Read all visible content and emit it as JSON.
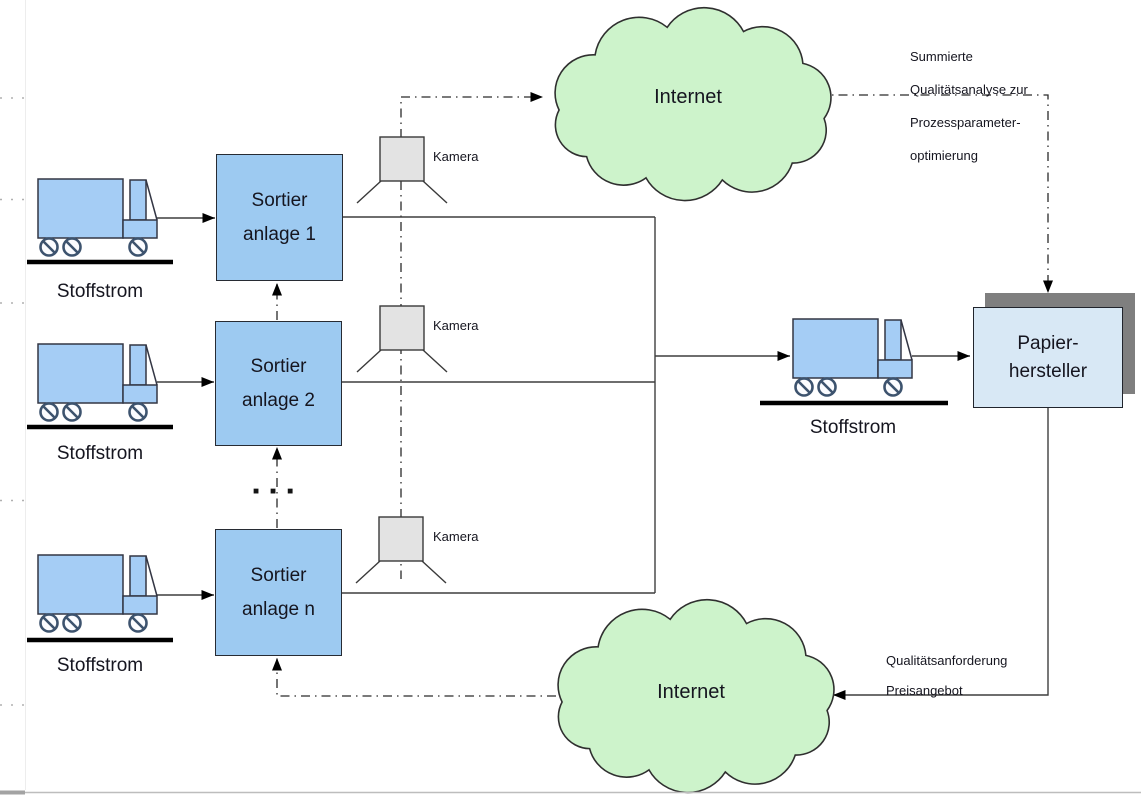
{
  "diagram": {
    "trucks": [
      {
        "label": "Stoffstrom"
      },
      {
        "label": "Stoffstrom"
      },
      {
        "label": "Stoffstrom"
      },
      {
        "label": "Stoffstrom"
      }
    ],
    "sorting_plants": [
      {
        "line1": "Sortier",
        "line2": "anlage 1"
      },
      {
        "line1": "Sortier",
        "line2": "anlage 2"
      },
      {
        "line1": "Sortier",
        "line2": "anlage n"
      }
    ],
    "ellipsis": "■■■",
    "cameras": [
      {
        "label": "Kamera"
      },
      {
        "label": "Kamera"
      },
      {
        "label": "Kamera"
      }
    ],
    "clouds": {
      "top": {
        "label": "Internet"
      },
      "bottom": {
        "label": "Internet"
      }
    },
    "paper_manufacturer": {
      "line1": "Papier-",
      "line2": "hersteller"
    },
    "annotations": {
      "quality_analysis": {
        "lines": [
          "Summierte",
          "Qualitätsanalyse zur",
          "Prozessparameter-",
          "optimierung"
        ]
      },
      "quality_request": {
        "lines": [
          "Qualitätsanforderung",
          "Preisangebot"
        ]
      }
    },
    "colors": {
      "sorting_box_blue": "#9dcaf1",
      "truck_blue": "#a5cdf5",
      "paper_box_blue": "#d8e8f5",
      "shadow_gray": "#7f7f7f",
      "cloud_green": "#cdf3cb",
      "camera_gray": "#e3e3e3",
      "line_black": "#2e2e2e"
    }
  }
}
